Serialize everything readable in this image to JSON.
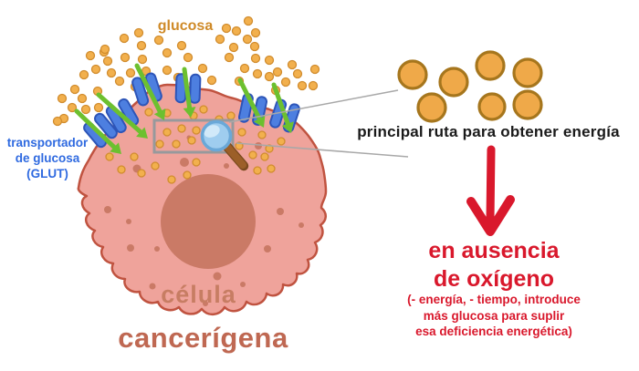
{
  "figure": {
    "description": "cancer cell glucose uptake infographic",
    "colors": {
      "cell_fill": "#efa39b",
      "cell_stroke": "#c05340",
      "nucleus": "#ca7a66",
      "spot": "#ca7a66",
      "dot_fill": "#f2b04d",
      "dot_stroke": "#d18c2e",
      "big_dot_fill": "#efa949",
      "big_dot_stroke": "#a6761d",
      "transporter_fill": "#4d7fe0",
      "transporter_stroke": "#2d55b8",
      "arrow_green": "#6cc02f",
      "magnifier_rim": "#6aa8d8",
      "magnifier_lens": "#9fcdef",
      "magnifier_sheen": "#d6ecfa",
      "magnifier_handle": "#9c5f28",
      "magnifier_handle_edge": "#7a4a1e",
      "callout_gray": "#a8a8a8",
      "zoom_box_gray": "#97999c",
      "red": "#d9182c",
      "blue_text": "#2f6ae0",
      "orange_text": "#cf8a28",
      "cell_text": "#c77d63",
      "cancer_text": "#bf6852",
      "black_text": "#1a1a1a"
    }
  },
  "labels": {
    "glucosa": "glucosa",
    "glut_line1": "transportador",
    "glut_line2": "de glucosa",
    "glut_line3": "(GLUT)",
    "celula": "célula",
    "cancerigena": "cancerígena",
    "principal": "principal ruta para obtener energía",
    "ausencia_line1": "en ausencia",
    "ausencia_line2": "de oxígeno",
    "detail_line1": "(- energía, - tiempo, introduce",
    "detail_line2": "más glucosa para suplir",
    "detail_line3": "esa deficiencia energética)"
  }
}
